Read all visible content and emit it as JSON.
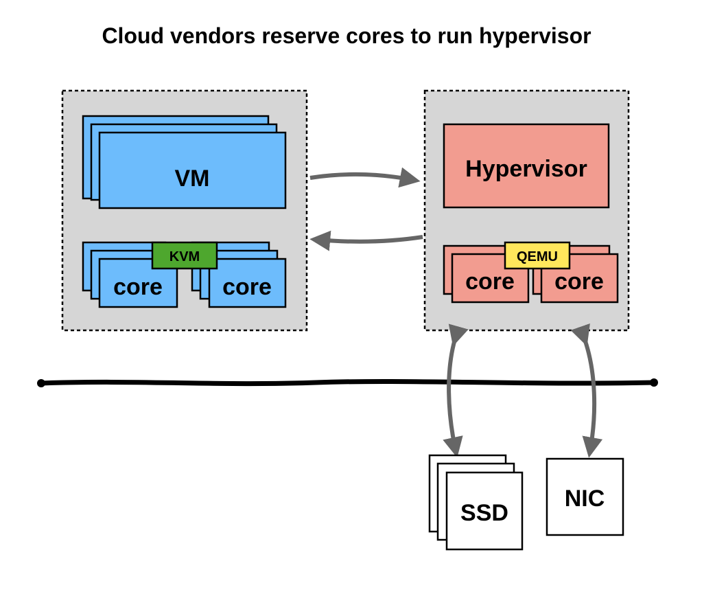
{
  "title": "Cloud vendors reserve cores to run hypervisor",
  "left_panel": {
    "vm_label": "VM",
    "kvm_label": "KVM",
    "core_labels": [
      "core",
      "core"
    ]
  },
  "right_panel": {
    "hypervisor_label": "Hypervisor",
    "qemu_label": "QEMU",
    "core_labels": [
      "core",
      "core"
    ]
  },
  "devices": {
    "ssd_label": "SSD",
    "nic_label": "NIC"
  },
  "colors": {
    "panel_bg": "#d6d6d6",
    "vm_blue": "#6dbcfc",
    "hypervisor_red": "#f29c90",
    "kvm_green": "#4ea72e",
    "qemu_yellow": "#ffe75c",
    "arrow_gray": "#666666"
  }
}
